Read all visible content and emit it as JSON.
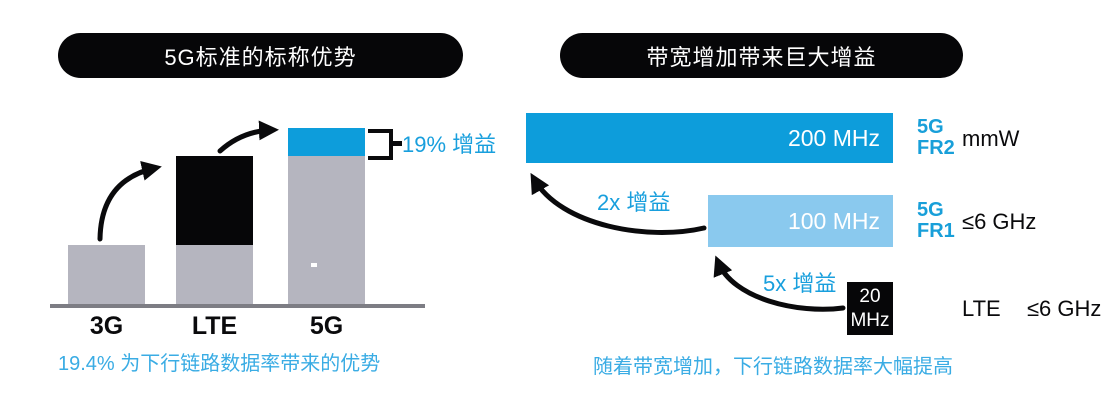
{
  "colors": {
    "accent_blue": "#0d9ddb",
    "light_blue": "#8ac9ee",
    "bar_gray": "#b5b5bf",
    "black": "#060608",
    "annotation_blue": "#189fdd",
    "caption_blue": "#3aace4",
    "baseline_gray": "#7d7d84"
  },
  "left_panel": {
    "title": "5G标准的标称优势",
    "x_labels": [
      "3G",
      "LTE",
      "5G"
    ],
    "gain_annotation": "19% 增益",
    "caption": "19.4% 为下行链路数据率带来的优势"
  },
  "right_panel": {
    "title": "带宽增加带来巨大增益",
    "bars": [
      {
        "value_label": "200 MHz",
        "tech_line1": "5G",
        "tech_line2": "FR2",
        "band": "mmW"
      },
      {
        "value_label": "100 MHz",
        "tech_line1": "5G",
        "tech_line2": "FR1",
        "band": "≤6 GHz"
      },
      {
        "value_line1": "20",
        "value_line2": "MHz",
        "tech": "LTE",
        "band": "≤6 GHz"
      }
    ],
    "gain_annotations": [
      "2x 增益",
      "5x 增益"
    ],
    "caption": "随着带宽增加，下行链路数据率大幅提高"
  },
  "chart_data": [
    {
      "type": "bar",
      "stacked": true,
      "title": "5G标准的标称优势",
      "categories": [
        "3G",
        "LTE",
        "5G"
      ],
      "series": [
        {
          "name": "base-gray",
          "color": "#b5b5bf",
          "values": [
            1.0,
            1.0,
            2.48
          ]
        },
        {
          "name": "generation-gain-black",
          "color": "#060608",
          "values": [
            0,
            1.48,
            0
          ]
        },
        {
          "name": "5g-standard-gain-blue",
          "color": "#0d9ddb",
          "values": [
            0,
            0,
            0.47
          ]
        }
      ],
      "annotations": [
        {
          "text": "19% 增益",
          "target": "5G blue top segment"
        }
      ],
      "note": "19.4% 为下行链路数据率带来的优势",
      "xlabel": "",
      "ylabel": "",
      "y_axis_shown": false
    },
    {
      "type": "bar",
      "orientation": "horizontal",
      "title": "带宽增加带来巨大增益",
      "categories": [
        "5G FR2 mmW",
        "5G FR1 ≤6 GHz",
        "LTE ≤6 GHz"
      ],
      "values": [
        200,
        100,
        20
      ],
      "unit": "MHz",
      "bar_labels": [
        "200 MHz",
        "100 MHz",
        "20 MHz"
      ],
      "annotations": [
        {
          "text": "2x 增益",
          "from": "100 MHz",
          "to": "200 MHz"
        },
        {
          "text": "5x 增益",
          "from": "20 MHz",
          "to": "100 MHz"
        }
      ],
      "note": "随着带宽增加，下行链路数据率大幅提高"
    }
  ]
}
